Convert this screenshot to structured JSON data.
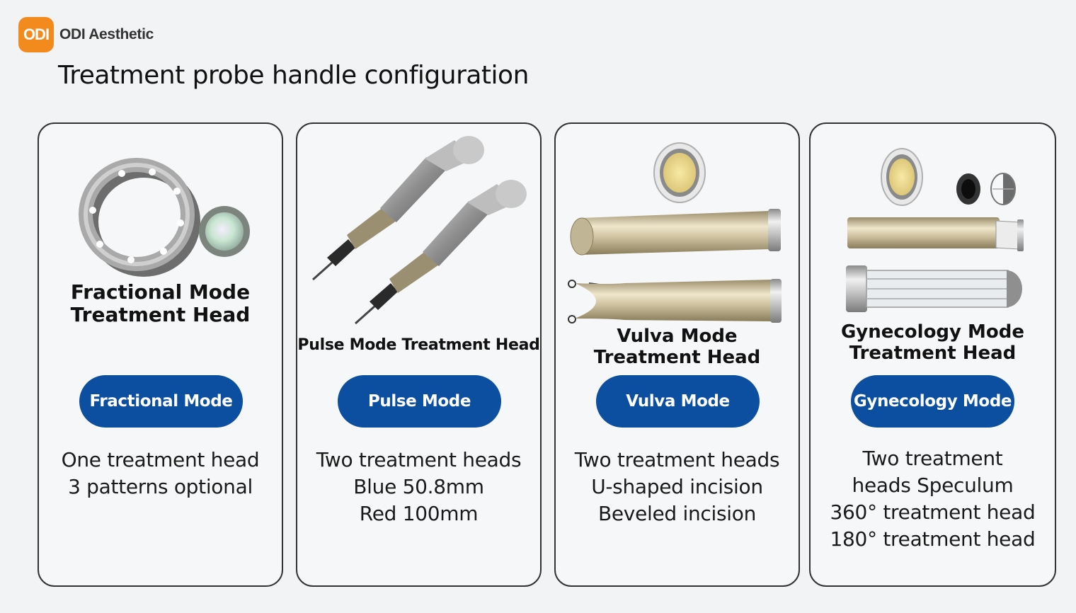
{
  "brand": {
    "logo_text": "ODI",
    "name": "ODI Aesthetic",
    "logo_color": "#f28a1e"
  },
  "title": "Treatment probe handle configuration",
  "accent_color": "#0c4ea0",
  "cards": [
    {
      "illustration": "ring-head-and-lens-icon",
      "caption": [
        "Fractional Mode",
        "Treatment Head"
      ],
      "button": "Fractional Mode",
      "description": [
        "One treatment head",
        "3 patterns optional"
      ]
    },
    {
      "illustration": "pen-handpiece-icon",
      "caption": [
        "Pulse Mode Treatment Head"
      ],
      "button": "Pulse Mode",
      "description": [
        "Two treatment heads",
        "Blue 50.8mm",
        "Red 100mm"
      ]
    },
    {
      "illustration": "vulva-probe-icon",
      "caption": [
        "Vulva Mode",
        "Treatment Head"
      ],
      "button": "Vulva Mode",
      "description": [
        "Two treatment heads",
        "U-shaped incision",
        "Beveled incision"
      ]
    },
    {
      "illustration": "gynecology-probe-icon",
      "caption": [
        "Gynecology Mode",
        "Treatment Head"
      ],
      "button": "Gynecology Mode",
      "description": [
        "Two treatment",
        "heads Speculum",
        "360° treatment head",
        "180° treatment head"
      ]
    }
  ]
}
